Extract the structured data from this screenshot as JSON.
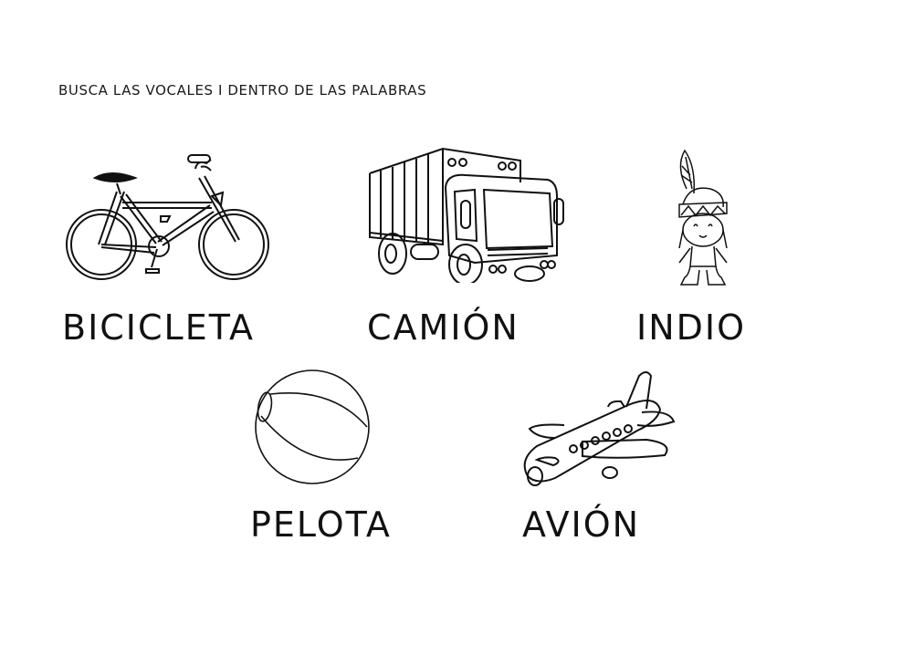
{
  "worksheet": {
    "instruction": "BUSCA LAS VOCALES I DENTRO DE LAS PALABRAS",
    "items": [
      {
        "word": "BICICLETA",
        "icon": "bicycle-icon"
      },
      {
        "word": "CAMIÓN",
        "icon": "truck-icon"
      },
      {
        "word": "INDIO",
        "icon": "native-child-icon"
      },
      {
        "word": "PELOTA",
        "icon": "beach-ball-icon"
      },
      {
        "word": "AVIÓN",
        "icon": "airplane-icon"
      }
    ]
  }
}
